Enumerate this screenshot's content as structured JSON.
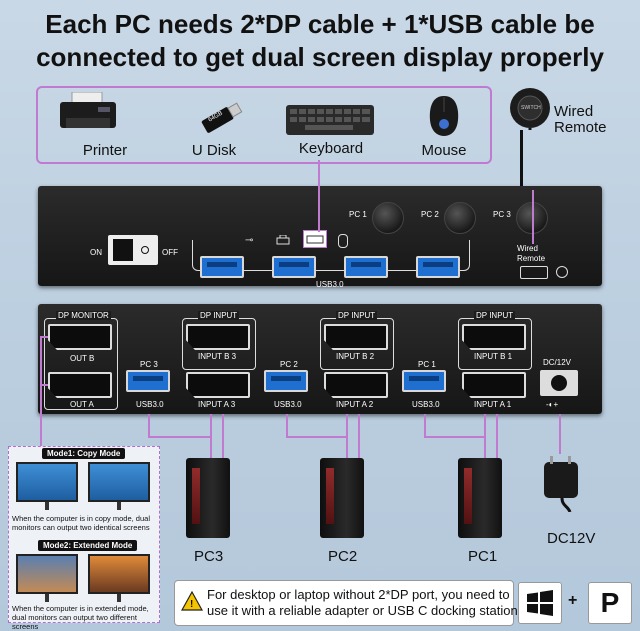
{
  "title": {
    "line1": "Each PC needs 2*DP cable + 1*USB cable be",
    "line2": "connected to get dual screen display properly"
  },
  "peripherals": [
    {
      "label": "Printer",
      "icon": "printer-icon"
    },
    {
      "label": "U Disk",
      "icon": "usb-drive-icon"
    },
    {
      "label": "Keyboard",
      "icon": "keyboard-icon"
    },
    {
      "label": "Mouse",
      "icon": "mouse-icon"
    }
  ],
  "usb_drive_text": "64GB",
  "wired_remote": {
    "line1": "Wired",
    "line2": "Remote",
    "button_text": "SWITCH"
  },
  "front_panel": {
    "on": "ON",
    "off": "OFF",
    "pc_buttons": [
      "PC 1",
      "PC 2",
      "PC 3"
    ],
    "usb_label": "USB3.0",
    "remote_port_line1": "Wired",
    "remote_port_line2": "Remote"
  },
  "back_panel": {
    "dp_monitor": "DP MONITOR",
    "out_b": "OUT B",
    "out_a": "OUT A",
    "groups": [
      {
        "pc": "PC 3",
        "usb": "USB3.0",
        "dp_input": "DP INPUT",
        "in_b": "INPUT B 3",
        "in_a": "INPUT A 3"
      },
      {
        "pc": "PC 2",
        "usb": "USB3.0",
        "dp_input": "DP INPUT",
        "in_b": "INPUT B 2",
        "in_a": "INPUT A 2"
      },
      {
        "pc": "PC 1",
        "usb": "USB3.0",
        "dp_input": "DP INPUT",
        "in_b": "INPUT B 1",
        "in_a": "INPUT A 1"
      }
    ],
    "dc_label": "DC/12V",
    "polarity": "-◐+"
  },
  "computers": [
    "PC3",
    "PC2",
    "PC1"
  ],
  "power": "DC12V",
  "modes": {
    "mode1_title": "Mode1: Copy Mode",
    "mode1_text": "When the computer is in copy mode, dual monitors can output two identical screens",
    "mode2_title": "Mode2: Extended Mode",
    "mode2_text": "When the computer is in extended mode, dual monitors can output two different screens"
  },
  "note": {
    "line1": "For desktop or laptop without 2*DP port, you need to",
    "line2": "use it with a reliable adapter or USB C docking station"
  },
  "plus": "+",
  "p_logo": "P",
  "colors": {
    "accent_wire": "#c07ad0",
    "usb_blue": "#1f6fd0",
    "unit_body": "#1c1c1c"
  }
}
